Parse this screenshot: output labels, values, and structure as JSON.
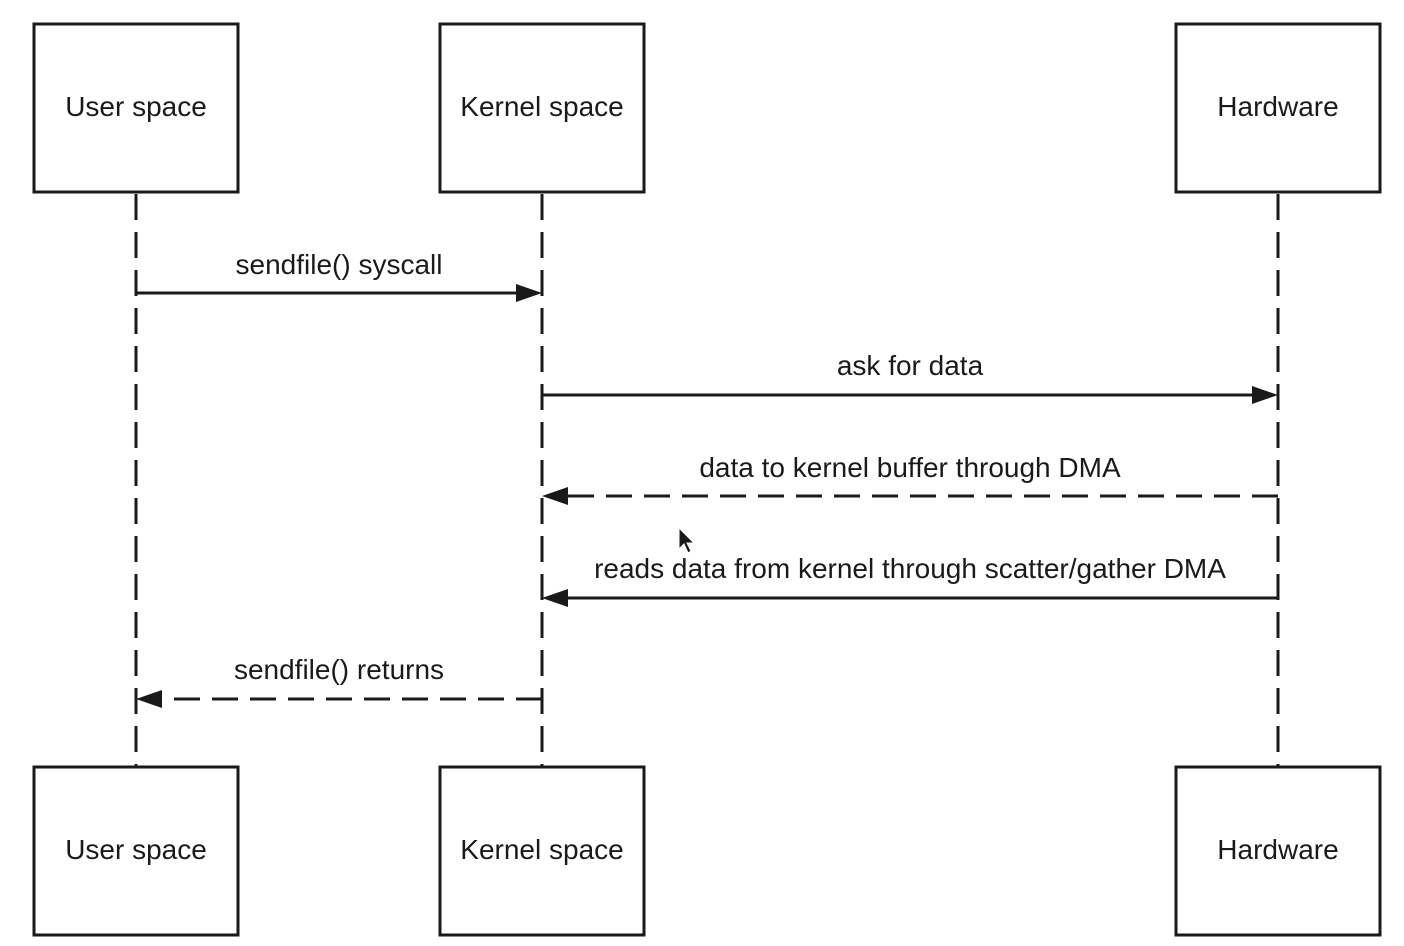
{
  "participants": [
    {
      "id": "user",
      "label": "User space"
    },
    {
      "id": "kernel",
      "label": "Kernel space"
    },
    {
      "id": "hardware",
      "label": "Hardware"
    }
  ],
  "messages": [
    {
      "from": "user",
      "to": "kernel",
      "label": "sendfile() syscall",
      "style": "solid"
    },
    {
      "from": "kernel",
      "to": "hardware",
      "label": "ask for data",
      "style": "solid"
    },
    {
      "from": "hardware",
      "to": "kernel",
      "label": "data to kernel buffer through DMA",
      "style": "dashed"
    },
    {
      "from": "hardware",
      "to": "kernel",
      "label": "reads data from kernel through scatter/gather DMA",
      "style": "solid"
    },
    {
      "from": "kernel",
      "to": "user",
      "label": "sendfile() returns",
      "style": "dashed"
    }
  ],
  "colors": {
    "line": "#1a1a1a",
    "background": "#ffffff"
  }
}
